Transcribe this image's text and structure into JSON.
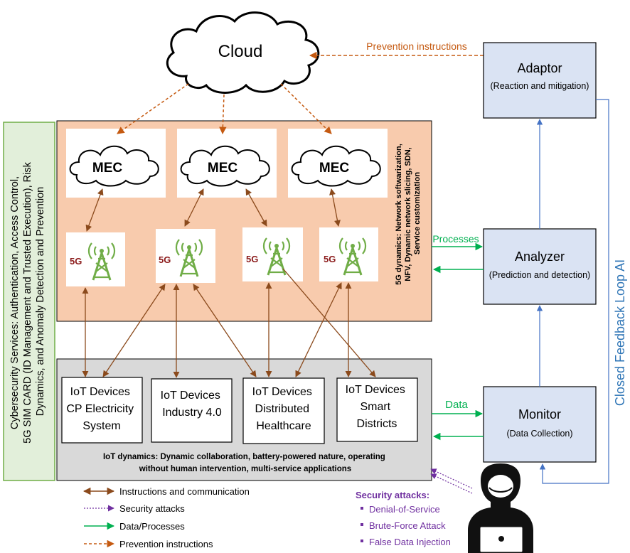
{
  "cloud": {
    "label": "Cloud"
  },
  "mec": {
    "label": "MEC"
  },
  "tower": {
    "label": "5G"
  },
  "side_services": {
    "lines": [
      "Cybersecurity Services:  Authentication, Access Control,",
      "5G SIM CARD (ID Management and Trusted Execution), Risk",
      "Dynamics, and Anomaly Detection and Prevention"
    ]
  },
  "fiveg_dynamics": {
    "lines": [
      "5G dynamics: Network softwarization,",
      "NFV, Dynamic network slicing, SDN,",
      "Service customization"
    ]
  },
  "iot_devices": [
    {
      "lines": [
        "IoT Devices",
        "CP Electricity",
        "System"
      ]
    },
    {
      "lines": [
        "IoT Devices",
        "Industry 4.0"
      ]
    },
    {
      "lines": [
        "IoT Devices",
        "Distributed",
        "Healthcare"
      ]
    },
    {
      "lines": [
        "IoT Devices",
        "Smart",
        "Districts"
      ]
    }
  ],
  "iot_dynamics": {
    "lines": [
      "IoT dynamics: Dynamic collaboration, battery-powered nature, operating",
      "without human intervention, multi-service applications"
    ]
  },
  "adaptor": {
    "title": "Adaptor",
    "subtitle": "(Reaction and mitigation)"
  },
  "analyzer": {
    "title": "Analyzer",
    "subtitle": "(Prediction and detection)"
  },
  "monitor": {
    "title": "Monitor",
    "subtitle": "(Data Collection)"
  },
  "flows": {
    "prevention": "Prevention instructions",
    "processes": "Processes",
    "data": "Data",
    "loop": "Closed Feedback Loop AI"
  },
  "legend": [
    {
      "label": "Instructions and communication",
      "color": "#8b4a1c"
    },
    {
      "label": "Security attacks",
      "color": "#7030a0"
    },
    {
      "label": "Data/Processes",
      "color": "#00b050"
    },
    {
      "label": "Prevention instructions",
      "color": "#c55a11"
    }
  ],
  "attacks": {
    "title": "Security attacks:",
    "items": [
      "Denial-of-Service",
      "Brute-Force Attack",
      "False Data Injection"
    ]
  },
  "colors": {
    "edge_layer": "#f8cbad",
    "device_layer": "#d9d9d9",
    "loop_box": "#dae3f3",
    "services_box": "#e2efda",
    "brown": "#8b4a1c",
    "purple": "#7030a0",
    "green": "#00b050",
    "orange": "#c55a11",
    "blue": "#4472c4"
  }
}
